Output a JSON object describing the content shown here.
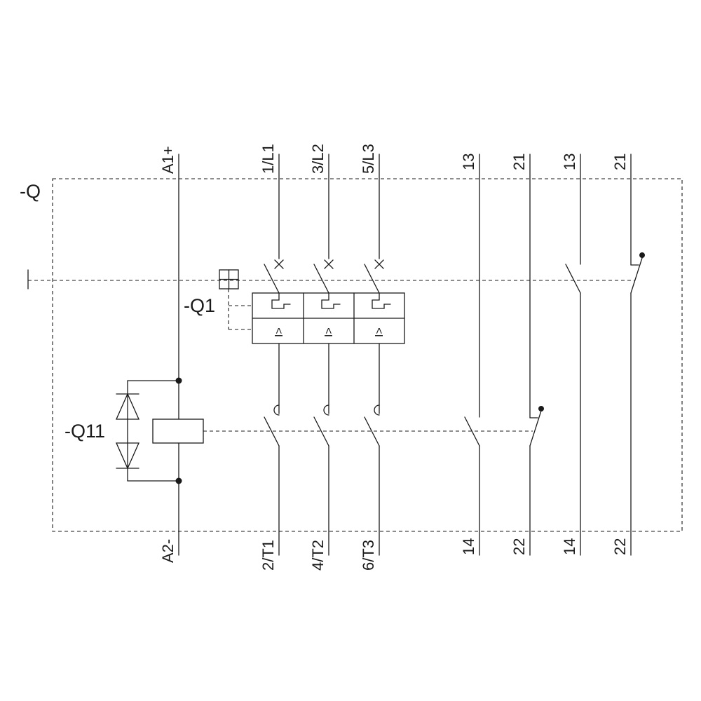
{
  "labels": {
    "device": "-Q",
    "breaker": "-Q1",
    "coil": "-Q11",
    "coil_top": "A1+",
    "coil_bottom": "A2-"
  },
  "main_terminals": [
    {
      "top": "1/L1",
      "bottom": "2/T1"
    },
    {
      "top": "3/L2",
      "bottom": "4/T2"
    },
    {
      "top": "5/L3",
      "bottom": "6/T3"
    }
  ],
  "aux_terminals": [
    {
      "top": "13",
      "bottom": "14"
    },
    {
      "top": "21",
      "bottom": "22"
    },
    {
      "top": "13",
      "bottom": "14"
    },
    {
      "top": "21",
      "bottom": "22"
    }
  ],
  "trip_symbol": "I>"
}
